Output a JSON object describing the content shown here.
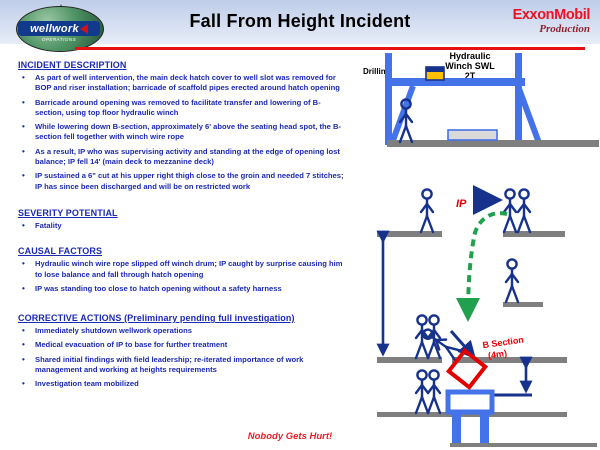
{
  "header": {
    "title": "Fall From Height Incident",
    "wellwork_logo": {
      "name": "wellwork",
      "sub": "OPERATIONS"
    },
    "exxon_logo": {
      "brand": "ExxonMobil",
      "division": "Production"
    }
  },
  "sections": {
    "incident": {
      "heading": "INCIDENT DESCRIPTION",
      "bullets": [
        "As part of well intervention, the main deck hatch cover to well slot was removed for BOP and riser installation; barricade of scaffold pipes erected around hatch opening",
        "Barricade around opening was removed to facilitate transfer and lowering of B-section, using top floor hydraulic winch",
        "While lowering down B-section, approximately 6' above the seating head spot, the B-section fell together with winch wire rope",
        "As a result, IP who was supervising activity and standing at the edge of opening lost balance; IP fell 14' (main deck to mezzanine deck)",
        "IP sustained a 6\" cut at his upper right thigh close to the groin and needed 7 stitches; IP has since been discharged and will be on restricted work"
      ]
    },
    "severity": {
      "heading": "SEVERITY POTENTIAL",
      "bullets": [
        "Fatality"
      ]
    },
    "causal": {
      "heading": "CAUSAL FACTORS",
      "bullets": [
        "Hydraulic winch wire rope slipped off winch drum; IP caught by surprise causing him to lose balance and fall through hatch opening",
        "IP was standing too close to hatch opening without a safety harness"
      ]
    },
    "corrective": {
      "heading": "CORRECTIVE ACTIONS (Preliminary pending full investigation)",
      "bullets": [
        "Immediately shutdown wellwork operations",
        "Medical evacuation of IP to base for further treatment",
        "Shared initial findings with field leadership; re-iterated importance of work management and working at heights requirements",
        "Investigation team mobilized"
      ]
    }
  },
  "diagram": {
    "winch_label_1": "Hydraulic",
    "winch_label_2": "Winch SWL",
    "winch_label_3": "2T",
    "deck_label": "Drilling",
    "ip_label": "IP",
    "bsection_label_1": "B Section",
    "bsection_label_2": "(4m)"
  },
  "footer": {
    "tagline": "Nobody Gets Hurt!"
  },
  "colors": {
    "text_blue": "#1b2ab2",
    "divider_red": "#e81111",
    "exxon_red": "#ee1122",
    "production_maroon": "#8e2330",
    "frame_blue": "#4472e8",
    "figure_navy": "#16328c",
    "deck_gray": "#7f7f7f",
    "fall_green": "#21a04e",
    "bsection_red": "#e40000",
    "winch_yellow": "#ffc000",
    "header_gradient_top": "#bfcde9",
    "header_gradient_bottom": "#e7edf8"
  }
}
